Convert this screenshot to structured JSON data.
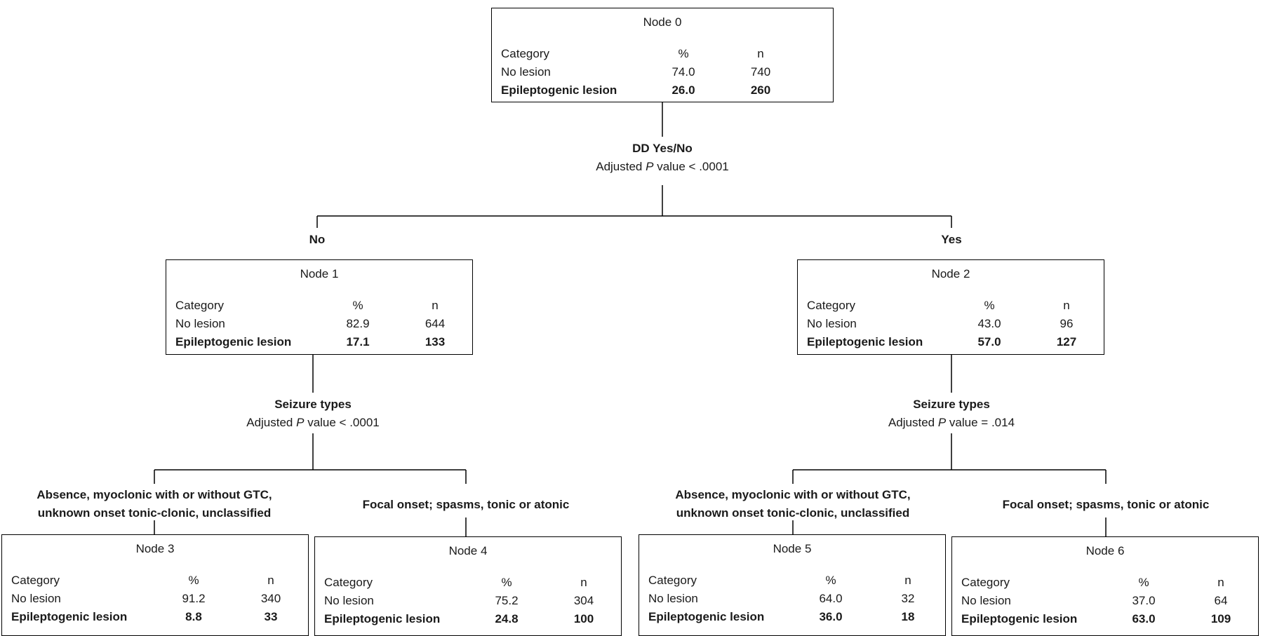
{
  "headers": {
    "category": "Category",
    "pct": "%",
    "n": "n"
  },
  "nodes": [
    {
      "title": "Node 0",
      "rows": [
        {
          "category": "No lesion",
          "pct": "74.0",
          "n": "740"
        },
        {
          "category": "Epileptogenic lesion",
          "pct": "26.0",
          "n": "260"
        }
      ]
    },
    {
      "title": "Node 1",
      "rows": [
        {
          "category": "No lesion",
          "pct": "82.9",
          "n": "644"
        },
        {
          "category": "Epileptogenic lesion",
          "pct": "17.1",
          "n": "133"
        }
      ]
    },
    {
      "title": "Node 2",
      "rows": [
        {
          "category": "No lesion",
          "pct": "43.0",
          "n": "96"
        },
        {
          "category": "Epileptogenic lesion",
          "pct": "57.0",
          "n": "127"
        }
      ]
    },
    {
      "title": "Node 3",
      "rows": [
        {
          "category": "No lesion",
          "pct": "91.2",
          "n": "340"
        },
        {
          "category": "Epileptogenic lesion",
          "pct": "8.8",
          "n": "33"
        }
      ]
    },
    {
      "title": "Node 4",
      "rows": [
        {
          "category": "No lesion",
          "pct": "75.2",
          "n": "304"
        },
        {
          "category": "Epileptogenic lesion",
          "pct": "24.8",
          "n": "100"
        }
      ]
    },
    {
      "title": "Node 5",
      "rows": [
        {
          "category": "No lesion",
          "pct": "64.0",
          "n": "32"
        },
        {
          "category": "Epileptogenic lesion",
          "pct": "36.0",
          "n": "18"
        }
      ]
    },
    {
      "title": "Node 6",
      "rows": [
        {
          "category": "No lesion",
          "pct": "37.0",
          "n": "64"
        },
        {
          "category": "Epileptogenic lesion",
          "pct": "63.0",
          "n": "109"
        }
      ]
    }
  ],
  "splits": [
    {
      "variable": "DD Yes/No",
      "p_prefix": "Adjusted ",
      "p_symbol": "P",
      "p_suffix": " value < .0001"
    },
    {
      "variable": "Seizure types",
      "p_prefix": "Adjusted ",
      "p_symbol": "P",
      "p_suffix": " value < .0001"
    },
    {
      "variable": "Seizure types",
      "p_prefix": "Adjusted ",
      "p_symbol": "P",
      "p_suffix": " value =  .014"
    }
  ],
  "branches": {
    "no": "No",
    "yes": "Yes",
    "group_a_line1": "Absence, myoclonic with or without GTC,",
    "group_a_line2": "unknown onset tonic-clonic, unclassified",
    "group_b": "Focal onset; spasms, tonic or atonic"
  }
}
